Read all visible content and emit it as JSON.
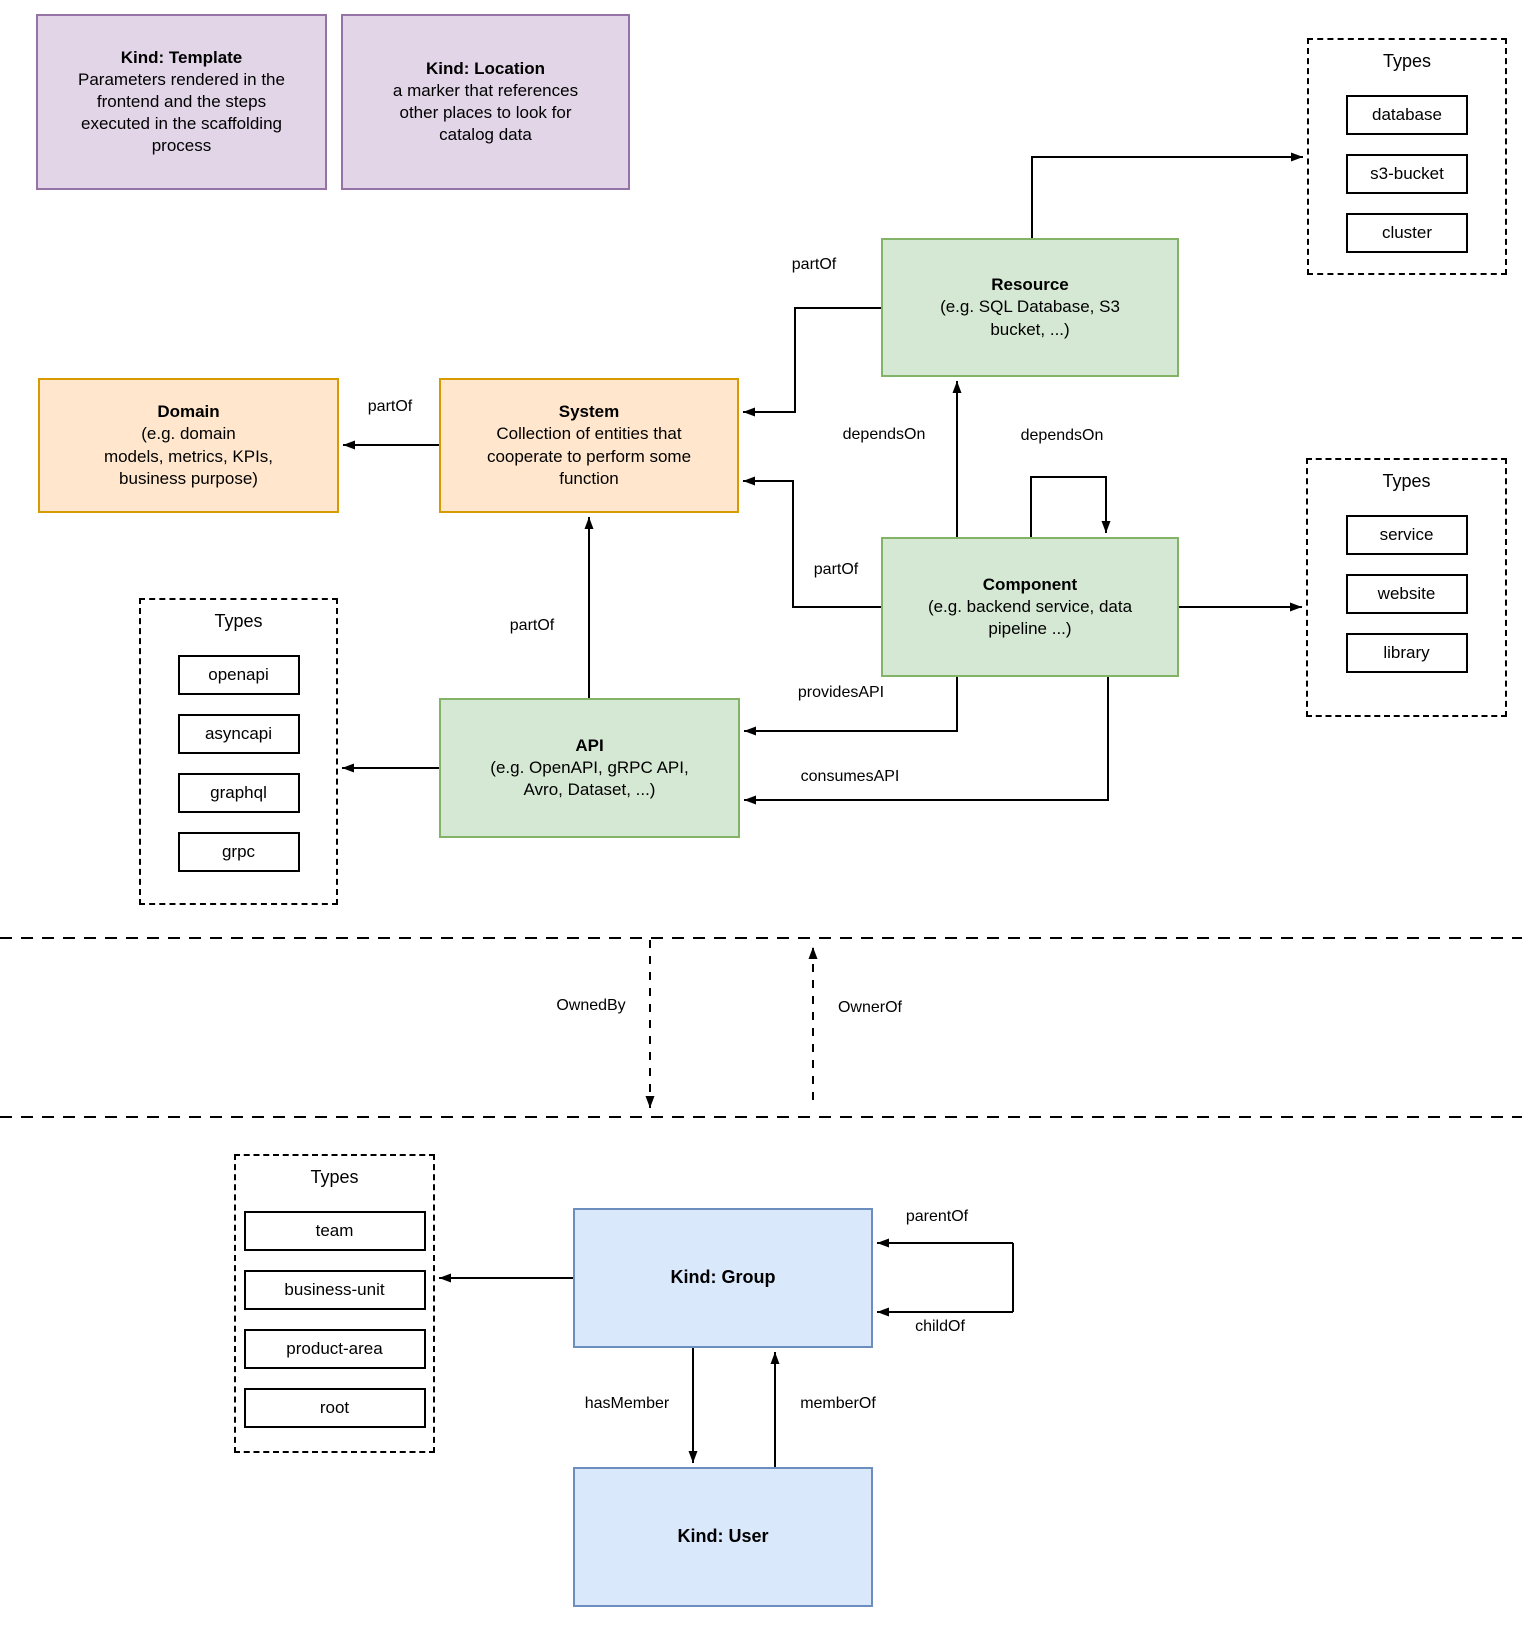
{
  "nodes": {
    "template": {
      "title": "Kind: Template",
      "description": "Parameters rendered in the\nfrontend and the steps\nexecuted in  the scaffolding\nprocess"
    },
    "location": {
      "title": "Kind: Location",
      "description": "a marker that references\nother places to look for\ncatalog data"
    },
    "resource": {
      "title": "Resource",
      "description": "(e.g. SQL Database, S3\nbucket, ...)"
    },
    "domain": {
      "title": "Domain",
      "description": "(e.g.  domain\nmodels, metrics, KPIs,\nbusiness purpose)"
    },
    "system": {
      "title": "System",
      "description": "Collection of entities that\ncooperate to perform some\nfunction"
    },
    "component": {
      "title": "Component",
      "description": "(e.g. backend service, data\npipeline ...)"
    },
    "api": {
      "title": "API",
      "description": "(e.g. OpenAPI, gRPC API,\nAvro, Dataset, ...)"
    },
    "group": {
      "title": "Kind: Group"
    },
    "user": {
      "title": "Kind: User"
    }
  },
  "type_boxes": {
    "resource": {
      "title": "Types",
      "items": [
        "database",
        "s3-bucket",
        "cluster"
      ]
    },
    "component": {
      "title": "Types",
      "items": [
        "service",
        "website",
        "library"
      ]
    },
    "api": {
      "title": "Types",
      "items": [
        "openapi",
        "asyncapi",
        "graphql",
        "grpc"
      ]
    },
    "group": {
      "title": "Types",
      "items": [
        "team",
        "business-unit",
        "product-area",
        "root"
      ]
    }
  },
  "edge_labels": {
    "resource_partof_system": "partOf",
    "system_partof_domain": "partOf",
    "component_partof_system": "partOf",
    "api_partof_system": "partOf",
    "component_dependson_resource": "dependsOn",
    "component_dependson_component": "dependsOn",
    "providesapi": "providesAPI",
    "consumesapi": "consumesAPI",
    "ownedby": "OwnedBy",
    "ownerof": "OwnerOf",
    "parentof": "parentOf",
    "childof": "childOf",
    "hasmember": "hasMember",
    "memberof": "memberOf"
  },
  "colors": {
    "purple_fill": "#E1D5E7",
    "purple_border": "#9673A6",
    "orange_fill": "#FFE6CC",
    "orange_border": "#D79B00",
    "green_fill": "#D5E8D4",
    "green_border": "#82B366",
    "blue_fill": "#DAE8FC",
    "blue_border": "#6C8EBF",
    "line": "#000000",
    "background": "#FFFFFF"
  }
}
